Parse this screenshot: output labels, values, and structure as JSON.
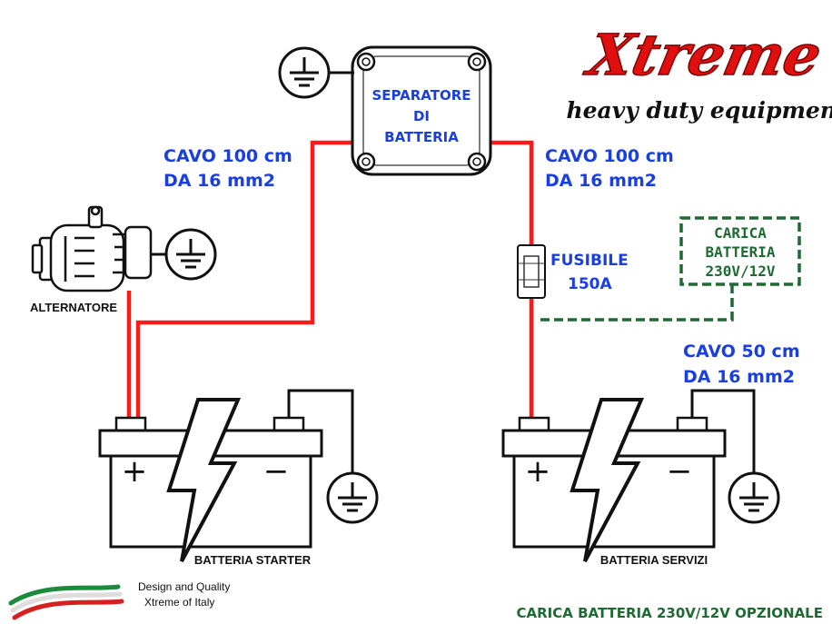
{
  "brand": {
    "logo_text": "Xtreme",
    "tagline": "heavy duty equipment",
    "footer_line1": "Design and Quality",
    "footer_line2": "Xtreme of Italy"
  },
  "separator": {
    "line1": "SEPARATORE",
    "line2": "DI",
    "line3": "BATTERIA"
  },
  "cable_left": {
    "line1": "CAVO 100 cm",
    "line2": "DA 16 mm2"
  },
  "cable_right": {
    "line1": "CAVO 100 cm",
    "line2": "DA 16 mm2"
  },
  "cable_service": {
    "line1": "CAVO 50 cm",
    "line2": "DA 16 mm2"
  },
  "fuse": {
    "line1": "FUSIBILE",
    "line2": "150A"
  },
  "charger": {
    "line1": "CARICA",
    "line2": "BATTERIA",
    "line3": "230V/12V"
  },
  "alternator_label": "ALTERNATORE",
  "battery_starter": {
    "label": "BATTERIA STARTER",
    "plus": "+",
    "minus": "−"
  },
  "battery_service": {
    "label": "BATTERIA SERVIZI",
    "plus": "+",
    "minus": "−"
  },
  "optional_note": "CARICA BATTERIA 230V/12V OPZIONALE",
  "icons": [
    "ground-icon",
    "lightning-icon",
    "alternator-icon",
    "fuse-icon",
    "italian-flag-swoosh-icon"
  ],
  "colors": {
    "wire_positive": "#ff1a1a",
    "wire_ground": "#111111",
    "charger_line": "#1f6a33",
    "label_blue": "#1a3fe0",
    "logo_red": "#e01010"
  }
}
